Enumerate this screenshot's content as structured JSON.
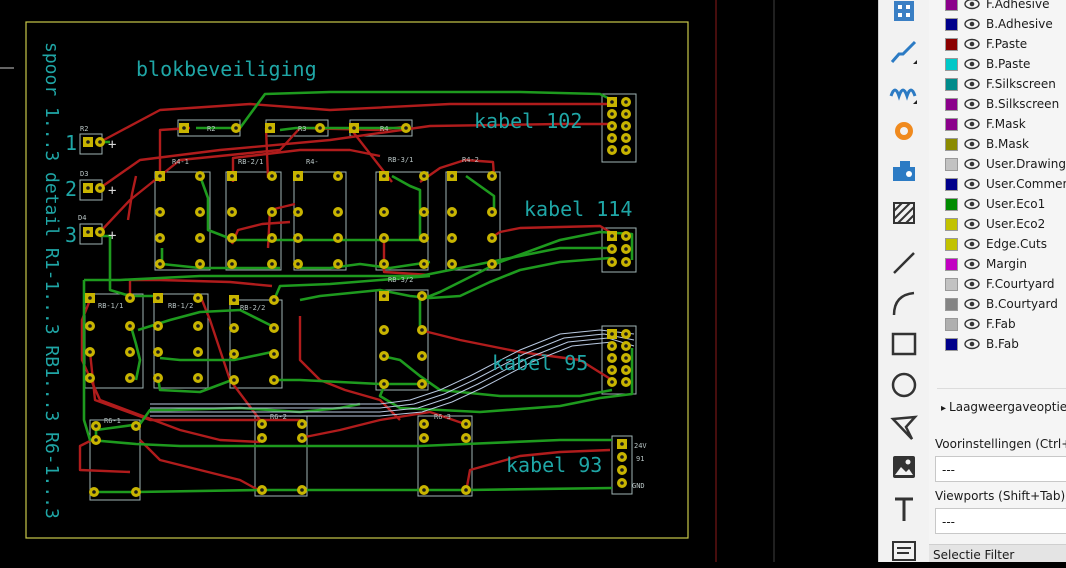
{
  "board": {
    "title": "blokbeveiliging",
    "vertical_label": "spoor 1...3 detail R1-1...3 RB1...3 R6-1...3",
    "port_numbers": [
      "1",
      "2",
      "3"
    ],
    "plus_signs": [
      "+",
      "+",
      "+"
    ],
    "diode_refs": [
      "R2",
      "D3",
      "D4"
    ],
    "cable_labels": [
      "kabel 102",
      "kabel 114",
      "kabel 95",
      "kabel 93"
    ],
    "component_refs": [
      "R2",
      "R3",
      "R4",
      "R4-1",
      "RB-2/1",
      "R4-",
      "RB-3/1",
      "R4-2",
      "RB-3/2",
      "RB-1/1",
      "RB-1/2",
      "RB-2/2",
      "R6-1",
      "R6-2",
      "R6-3"
    ],
    "connector_pins": [
      "24V",
      "91",
      "GND"
    ]
  },
  "toolbar": {
    "tools": [
      "layer-manager-icon",
      "route-track-icon",
      "route-diff-pair-icon",
      "via-icon",
      "add-footprint-icon",
      "zone-icon",
      "line-icon",
      "arc-icon",
      "rectangle-icon",
      "circle-icon",
      "polygon-icon",
      "image-icon",
      "text-icon",
      "textbox-icon"
    ]
  },
  "layers_panel": {
    "layers": [
      {
        "name": "F.Adhesive",
        "color": "#8b008b"
      },
      {
        "name": "B.Adhesive",
        "color": "#00008b"
      },
      {
        "name": "F.Paste",
        "color": "#8b0000"
      },
      {
        "name": "B.Paste",
        "color": "#00c8c8"
      },
      {
        "name": "F.Silkscreen",
        "color": "#008b8b"
      },
      {
        "name": "B.Silkscreen",
        "color": "#8b008b"
      },
      {
        "name": "F.Mask",
        "color": "#8b008b"
      },
      {
        "name": "B.Mask",
        "color": "#8b8b00"
      },
      {
        "name": "User.Drawings",
        "color": "#c2c2c2"
      },
      {
        "name": "User.Comments",
        "color": "#00008b"
      },
      {
        "name": "User.Eco1",
        "color": "#008b00"
      },
      {
        "name": "User.Eco2",
        "color": "#c2c200"
      },
      {
        "name": "Edge.Cuts",
        "color": "#c2c200"
      },
      {
        "name": "Margin",
        "color": "#c200c2"
      },
      {
        "name": "F.Courtyard",
        "color": "#c2c2c2"
      },
      {
        "name": "B.Courtyard",
        "color": "#848484"
      },
      {
        "name": "F.Fab",
        "color": "#afafaf"
      },
      {
        "name": "B.Fab",
        "color": "#00008b"
      }
    ],
    "display_options": "Laagweergaveopties",
    "presets_label": "Voorinstellingen (Ctrl+Tab):",
    "presets_value": "---",
    "viewports_label": "Viewports (Shift+Tab):",
    "viewports_value": "---",
    "selection_filter": "Selectie Filter"
  }
}
